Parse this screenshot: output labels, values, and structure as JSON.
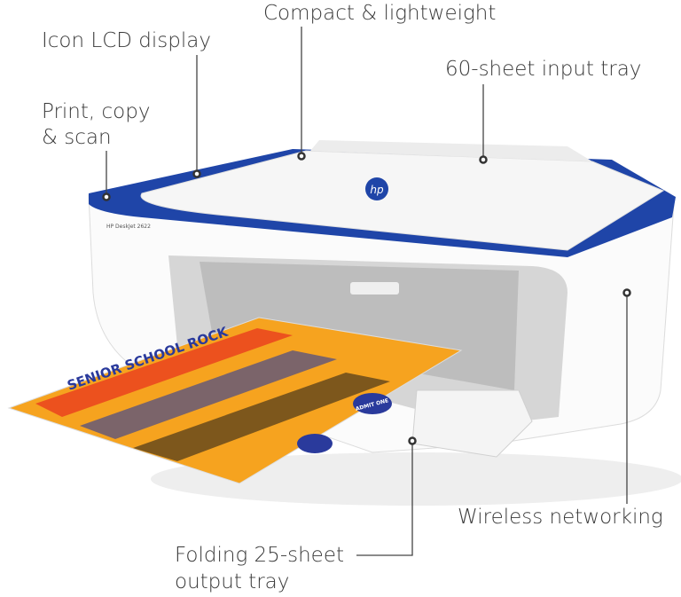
{
  "callouts": {
    "compact": "Compact & lightweight",
    "lcd": "Icon LCD display",
    "input_tray": "60-sheet input tray",
    "print_copy_scan_1": "Print, copy",
    "print_copy_scan_2": "& scan",
    "wireless": "Wireless networking",
    "output_tray_1": "Folding 25-sheet",
    "output_tray_2": "output tray"
  },
  "printer": {
    "model": "HP DeskJet 2622",
    "logo": "hp",
    "body_color": "#ffffff",
    "accent_color": "#1f45a8"
  },
  "paper": {
    "headline": "SENIOR SCHOOL ROCK",
    "ticket": "ADMIT ONE",
    "colors": [
      "#f4a21c",
      "#e8361f",
      "#2a3a9c",
      "#1a1a1a"
    ]
  }
}
